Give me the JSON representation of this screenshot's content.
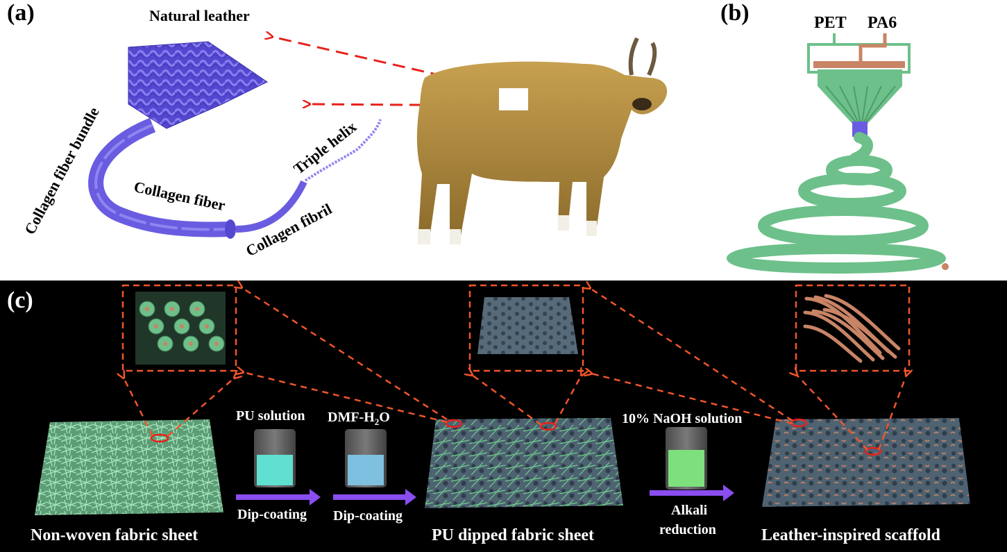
{
  "panels": {
    "a": "(a)",
    "b": "(b)",
    "c": "(c)"
  },
  "panel_a": {
    "natural_leather": "Natural leather",
    "collagen_fiber_bundle": "Collagen fiber  bundle",
    "collagen_fiber": "Collagen fiber",
    "collagen_fibril": "Collagen fibril",
    "triple_helix": "Triple helix"
  },
  "panel_b": {
    "pet": "PET",
    "pa6": "PA6"
  },
  "panel_c": {
    "pu_solution": "PU solution",
    "dmf_h2o_main": "DMF-H",
    "dmf_h2o_sub": "2",
    "dmf_h2o_tail": "O",
    "naoh_solution": "10% NaOH solution",
    "dip_coating_1": "Dip-coating",
    "dip_coating_2": "Dip-coating",
    "alkali": "Alkali",
    "reduction": "reduction",
    "nonwoven": "Non-woven fabric sheet",
    "pu_dipped": "PU dipped fabric sheet",
    "leather_scaffold": "Leather-inspired scaffold"
  },
  "colors": {
    "arrow_red": "#e8201a",
    "dashed_orange": "#f0552a",
    "purple_fiber": "#6a5ce0",
    "green_fiber": "#6fbf8a",
    "copper": "#c98466",
    "pu_gray": "#5a6e7e",
    "process_arrow": "#8a4df0",
    "cow_body": "#a8833d",
    "pu_liquid": "#5fe0d0",
    "dmf_liquid": "#7ec0e0",
    "naoh_liquid": "#7de07d"
  }
}
